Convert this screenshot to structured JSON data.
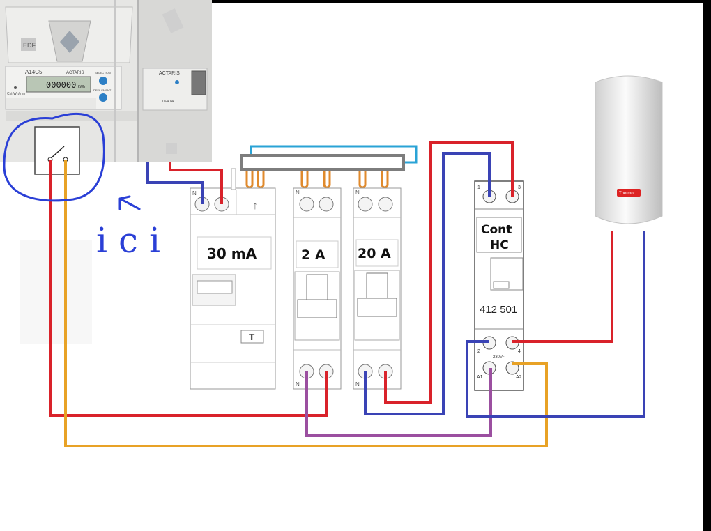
{
  "meter_photo": {
    "brand_edf": "EDF",
    "model": "A14C5",
    "maker": "ACTARIS",
    "display": "000000",
    "unit": "kWh",
    "btn_select": "SELECTION",
    "btn_defil": "DEFILEMENT",
    "const_label": "Cst-Wh/imp",
    "relay_brand": "ACTARIS",
    "rating": "10-40 A"
  },
  "annotation": {
    "note": "ici"
  },
  "modules": {
    "rcd": {
      "label": "30 mA",
      "top_marker": "↑",
      "test_marker": "T"
    },
    "breaker_2a": {
      "label": "2 A"
    },
    "breaker_20a": {
      "label": "20 A"
    },
    "contactor": {
      "label_line1": "Cont",
      "label_line2": "HC",
      "ref": "412 501",
      "coil_label": "230V~",
      "term_a1": "A1",
      "term_a2": "A2",
      "term_1": "1",
      "term_2": "2",
      "term_3": "3",
      "term_4": "4"
    },
    "neutral_mark": "N"
  },
  "water_heater": {
    "badge": "Thermor"
  },
  "colors": {
    "phase": "#d9222a",
    "neutral": "#3a43b5",
    "control_pilot": "#e8a226",
    "coil_return": "#9b4fa0",
    "comb_neutral": "#2aa3d6",
    "comb_phase": "#e08a2c",
    "busbar": "#8a8a8a",
    "annotation": "#2a3fd6"
  }
}
